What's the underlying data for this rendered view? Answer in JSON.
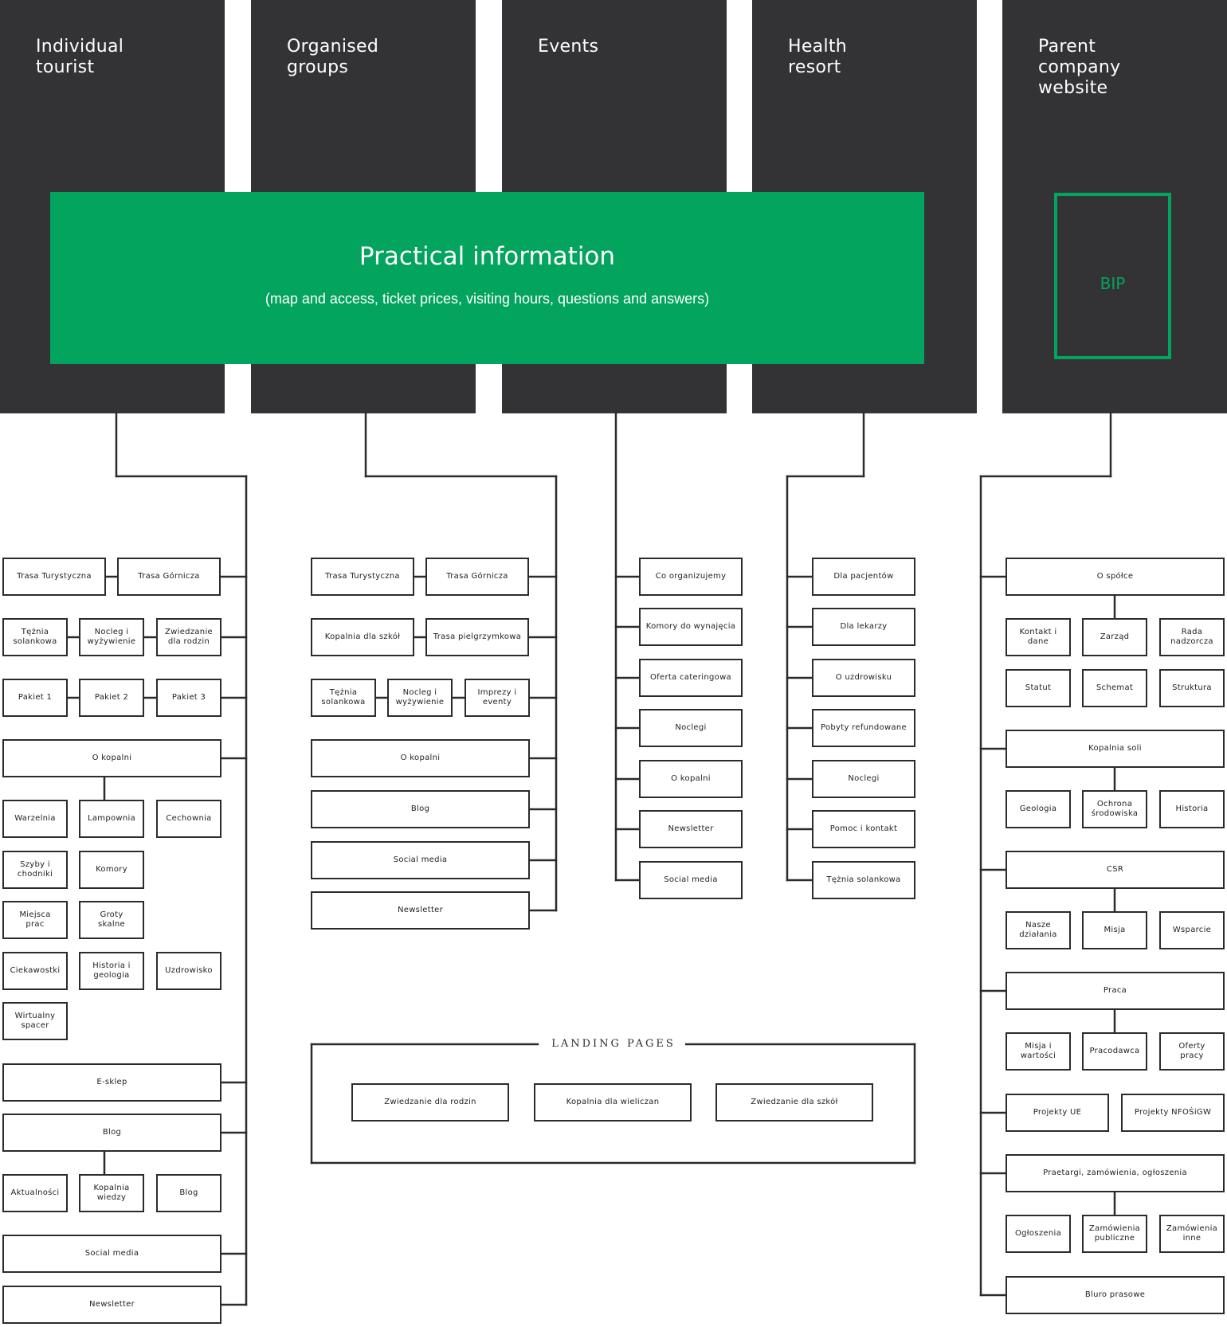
{
  "columns": [
    {
      "id": "individual",
      "title": "Individual\ntourist"
    },
    {
      "id": "groups",
      "title": "Organised\ngroups"
    },
    {
      "id": "events",
      "title": "Events"
    },
    {
      "id": "health",
      "title": "Health\nresort"
    },
    {
      "id": "parent",
      "title": "Parent\ncompany\nwebsite"
    }
  ],
  "practical": {
    "title": "Practical information",
    "subtitle": "(map and access, ticket prices, visiting hours, questions and answers)"
  },
  "bip": "BIP",
  "individual_nodes": [
    "Trasa Turystyczna",
    "Trasa Górnicza",
    "Tężnia\nsolankowa",
    "Nocleg i\nwyżywienie",
    "Zwiedzanie\ndla rodzin",
    "Pakiet 1",
    "Pakiet 2",
    "Pakiet 3",
    "O kopalni",
    "Warzelnia",
    "Lampownia",
    "Cechownia",
    "Szyby i\nchodniki",
    "Komory",
    "Miejsca\nprac",
    "Groty\nskalne",
    "Ciekawostki",
    "Historia i\ngeologia",
    "Uzdrowisko",
    "Wirtualny\nspacer",
    "E-sklep",
    "Blog",
    "Aktualności",
    "Kopalnia\nwiedzy",
    "Blog",
    "Social media",
    "Newsletter"
  ],
  "groups_nodes": [
    "Trasa Turystyczna",
    "Trasa Górnicza",
    "Kopalnia dla szkół",
    "Trasa pielgrzymkowa",
    "Tężnia\nsolankowa",
    "Nocleg i\nwyżywienie",
    "Imprezy i\neventy",
    "O kopalni",
    "Blog",
    "Social media",
    "Newsletter"
  ],
  "events_nodes": [
    "Co organizujemy",
    "Komory do wynajęcia",
    "Oferta cateringowa",
    "Noclegi",
    "O kopalni",
    "Newsletter",
    "Social media"
  ],
  "health_nodes": [
    "Dla pacjentów",
    "Dla lekarzy",
    "O uzdrowisku",
    "Pobyty refundowane",
    "Noclegi",
    "Pomoc i kontakt",
    "Tężnia solankowa"
  ],
  "parent_nodes": [
    "O spółce",
    "Kontakt i\ndane",
    "Zarząd",
    "Rada\nnadzorcza",
    "Statut",
    "Schemat",
    "Struktura",
    "Kopalnia soli",
    "Geologia",
    "Ochrona\nśrodowiska",
    "Historia",
    "CSR",
    "Nasze\ndziałania",
    "Misja",
    "Wsparcie",
    "Praca",
    "Misja i\nwartości",
    "Pracodawca",
    "Oferty\npracy",
    "Projekty UE",
    "Projekty NFOŚiGW",
    "Praetargi, zamówienia, ogłoszenia",
    "Ogłoszenia",
    "Zamówienia\npubliczne",
    "Zamówienia\ninne",
    "Bluro prasowe"
  ],
  "landing": {
    "title": "LANDING PAGES",
    "pages": [
      "Zwiedzanie dla rodzin",
      "Kopalnia dla wieliczan",
      "Zwiedzanie dla szkół"
    ]
  }
}
